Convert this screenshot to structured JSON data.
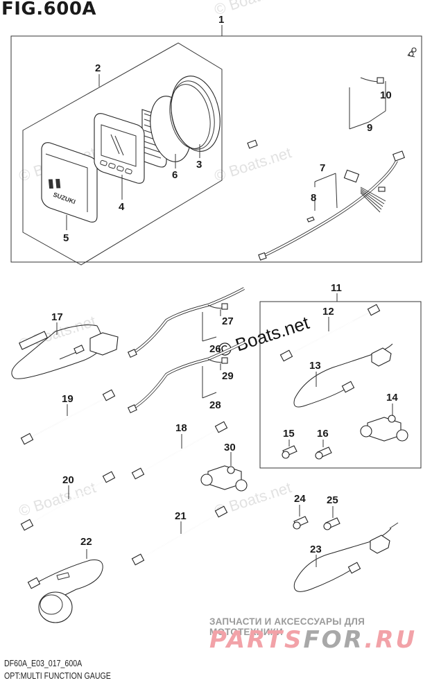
{
  "figure": {
    "title": "FIG.600A",
    "model_code": "DF60A_E03_017_600A",
    "description": "OPT:MULTI FUNCTION GAUGE"
  },
  "ref_numbers": {
    "r1": "1",
    "r2": "2",
    "r3": "3",
    "r4": "4",
    "r5": "5",
    "r6": "6",
    "r7": "7",
    "r8": "8",
    "r9": "9",
    "r10": "10",
    "r11": "11",
    "r12": "12",
    "r13": "13",
    "r14": "14",
    "r15": "15",
    "r16": "16",
    "r17": "17",
    "r18": "18",
    "r19": "19",
    "r20": "20",
    "r21": "21",
    "r22": "22",
    "r23": "23",
    "r24": "24",
    "r25": "25",
    "r26": "26",
    "r27": "27",
    "r28": "28",
    "r29": "29",
    "r30": "30"
  },
  "cover_logo_text": "SUZUKI",
  "watermarks": {
    "boats": "© Boats.net",
    "partsfor_sub": "ЗАПЧАСТИ И АКСЕССУАРЫ ДЛЯ МОТОТЕХНИКИ",
    "partsfor_a": "PARTS",
    "partsfor_b": "FOR",
    "partsfor_c": ".RU"
  }
}
